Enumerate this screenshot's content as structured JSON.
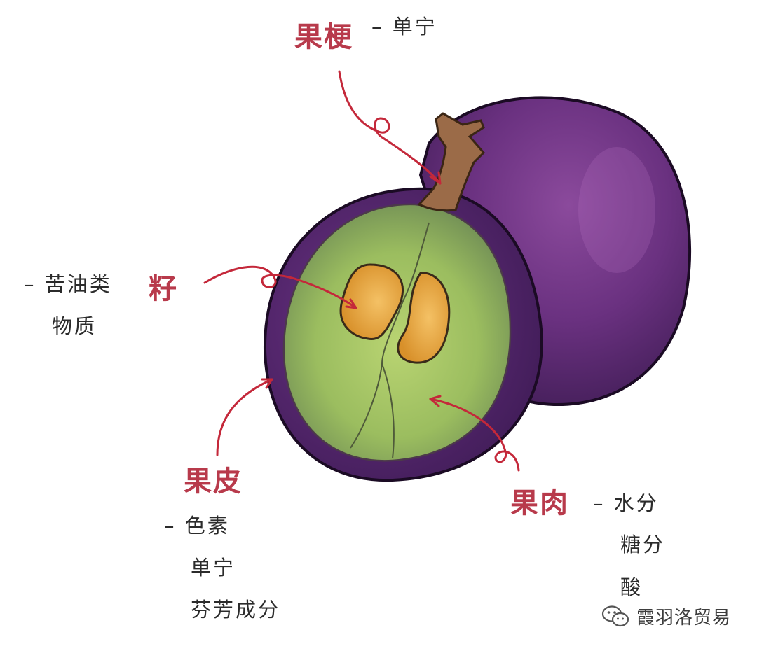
{
  "parts": {
    "stem": {
      "name": "果梗",
      "contents": [
        "– 单宁"
      ]
    },
    "seed": {
      "name": "籽",
      "contents": [
        "– 苦油类",
        "物质"
      ]
    },
    "skin": {
      "name": "果皮",
      "contents": [
        "– 色素",
        "单宁",
        "芬芳成分"
      ]
    },
    "flesh": {
      "name": "果肉",
      "contents": [
        "– 水分",
        "糖分",
        "酸"
      ]
    }
  },
  "watermark": {
    "text": "霞羽洛贸易",
    "icon": "wechat-icon"
  },
  "colors": {
    "grape_purple": "#5a2b6e",
    "flesh_green": "#a7c469",
    "seed_yellow": "#e7a83f",
    "stem_brown": "#9b6b48",
    "label_red": "#b83a4b",
    "text_dark": "#2b2b2b"
  }
}
